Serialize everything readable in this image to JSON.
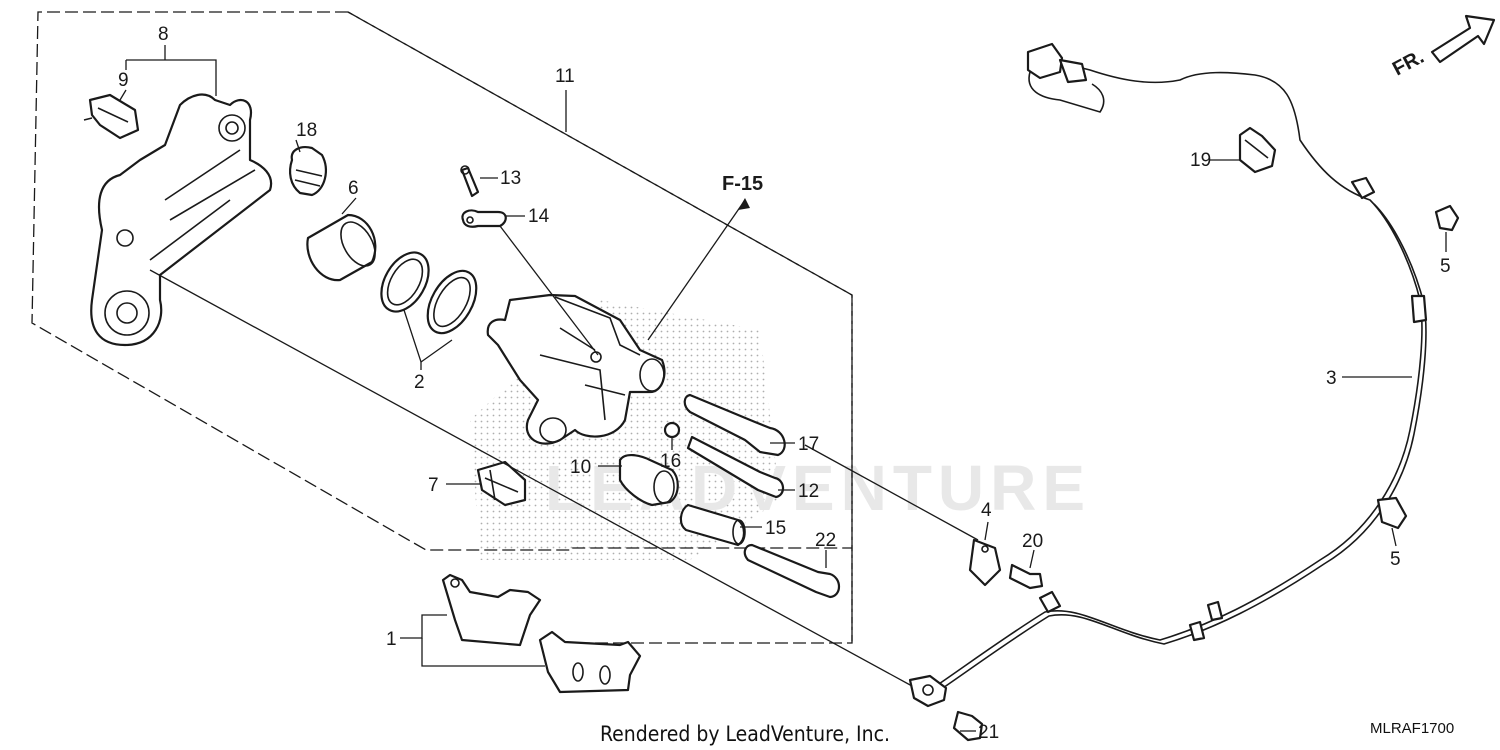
{
  "diagram": {
    "reference_label": "F-15",
    "direction_label": "FR.",
    "watermark_text": "LEADVENTURE",
    "footer_text": "Rendered by LeadVenture, Inc.",
    "diagram_code": "MLRAF1700",
    "callouts": {
      "c1": "1",
      "c2": "2",
      "c3": "3",
      "c4": "4",
      "c5a": "5",
      "c5b": "5",
      "c6": "6",
      "c7": "7",
      "c8": "8",
      "c9": "9",
      "c10": "10",
      "c11": "11",
      "c12": "12",
      "c13": "13",
      "c14": "14",
      "c15": "15",
      "c16": "16",
      "c17": "17",
      "c18": "18",
      "c19": "19",
      "c20": "20",
      "c21": "21",
      "c22": "22"
    }
  }
}
